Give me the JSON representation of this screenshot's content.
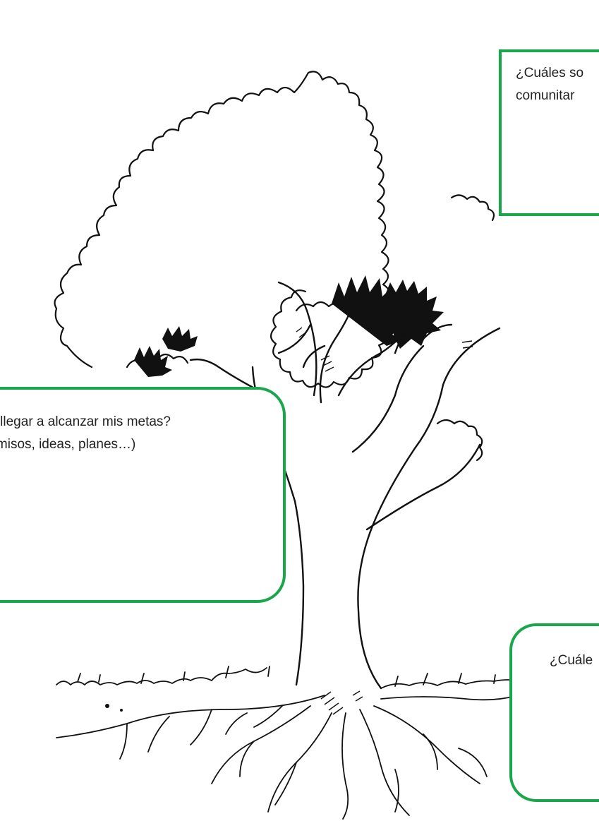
{
  "questions": {
    "top_right": {
      "line1": "¿Cuáles so",
      "line2": "comunitar"
    },
    "middle_left": {
      "line1": "ro llegar a alcanzar mis metas?",
      "line2": "romisos, ideas, planes…)"
    },
    "bottom_right": {
      "line1": "¿Cuále"
    }
  },
  "colors": {
    "box_border": "#1aa64a",
    "ink": "#111111"
  }
}
